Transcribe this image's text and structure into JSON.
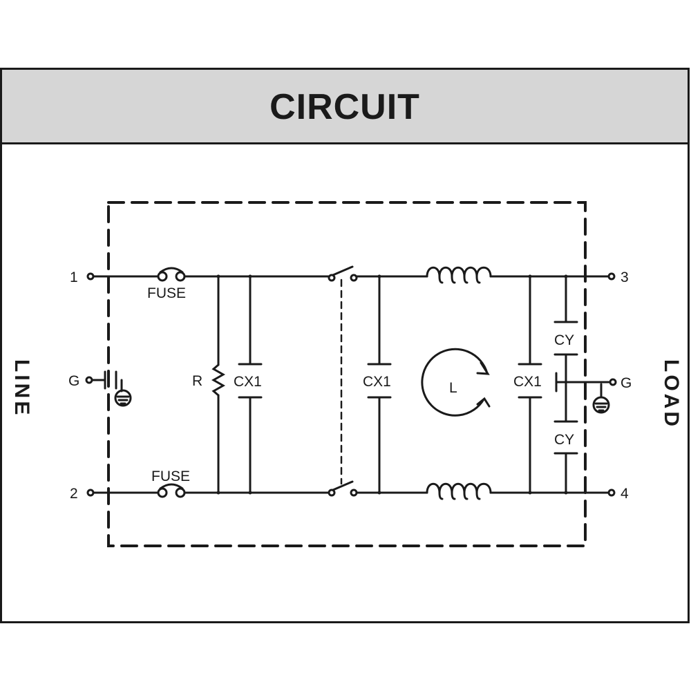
{
  "header": {
    "title": "CIRCUIT"
  },
  "sides": {
    "line": "LINE",
    "load": "LOAD"
  },
  "terminals": {
    "t1": "1",
    "t2": "2",
    "t3": "3",
    "t4": "4",
    "g_left": "G",
    "g_right": "G"
  },
  "components": {
    "fuse_top": "FUSE",
    "fuse_bottom": "FUSE",
    "resistor": "R",
    "cx1_a": "CX1",
    "cx1_b": "CX1",
    "cx1_c": "CX1",
    "inductor": "L",
    "cy_top": "CY",
    "cy_bottom": "CY"
  },
  "colors": {
    "ink": "#1a1a1a",
    "header_bg": "#d6d6d6",
    "background": "#ffffff"
  }
}
